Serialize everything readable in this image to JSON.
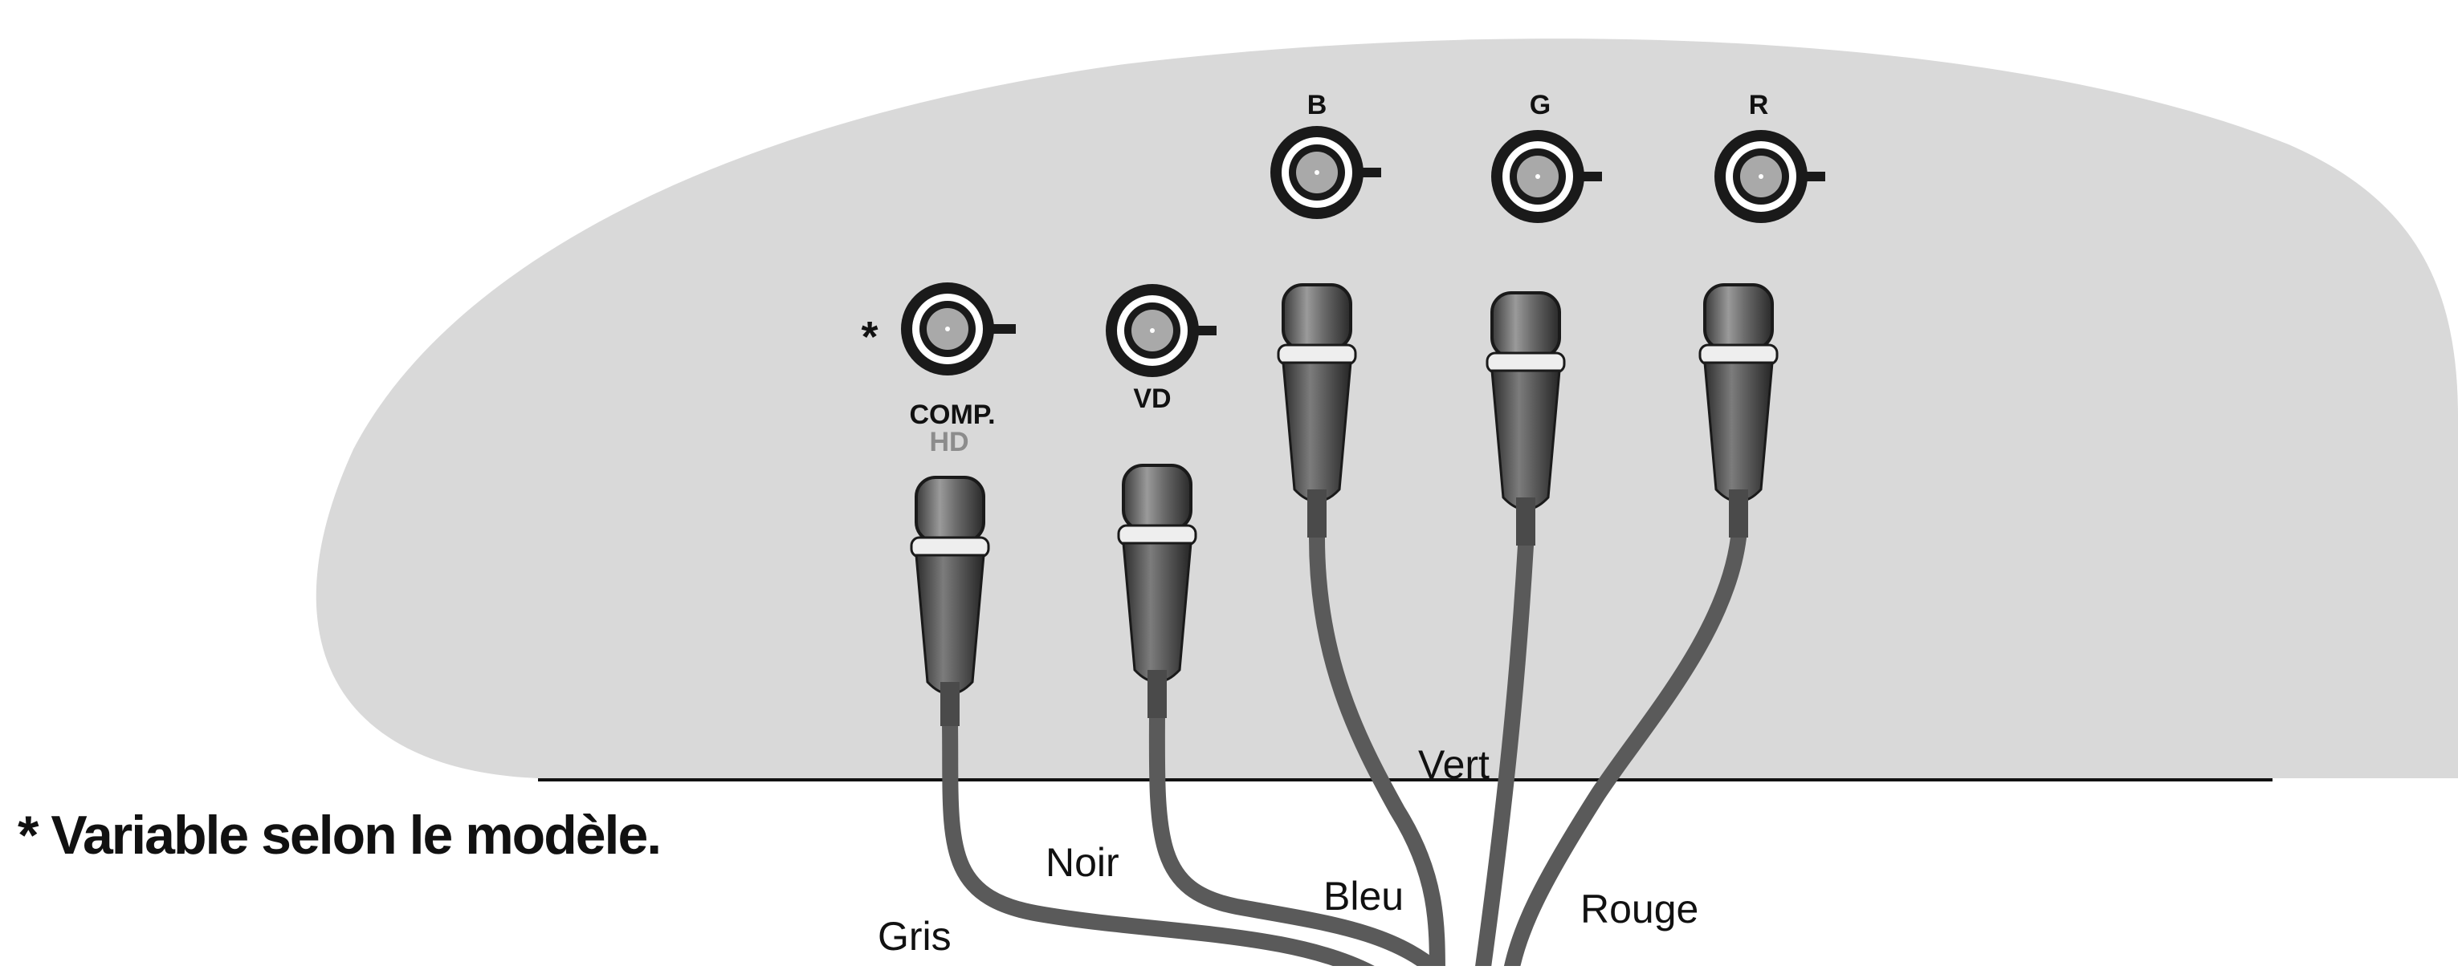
{
  "note": "* Variable selon le modèle.",
  "ports": {
    "b": {
      "label": "B"
    },
    "g": {
      "label": "G"
    },
    "r": {
      "label": "R"
    },
    "comp": {
      "label": "COMP.",
      "sublabel": "HD",
      "marker": "*"
    },
    "vd": {
      "label": "VD"
    }
  },
  "cables": {
    "gris": "Gris",
    "noir": "Noir",
    "bleu": "Bleu",
    "vert": "Vert",
    "rouge": "Rouge"
  },
  "colors": {
    "panel": "#d9d9d9",
    "cable": "#5a5a5a",
    "connector_dark": "#1a1a1a",
    "connector_center": "#a9a9a9",
    "hd_label": "#8c8c8c"
  }
}
